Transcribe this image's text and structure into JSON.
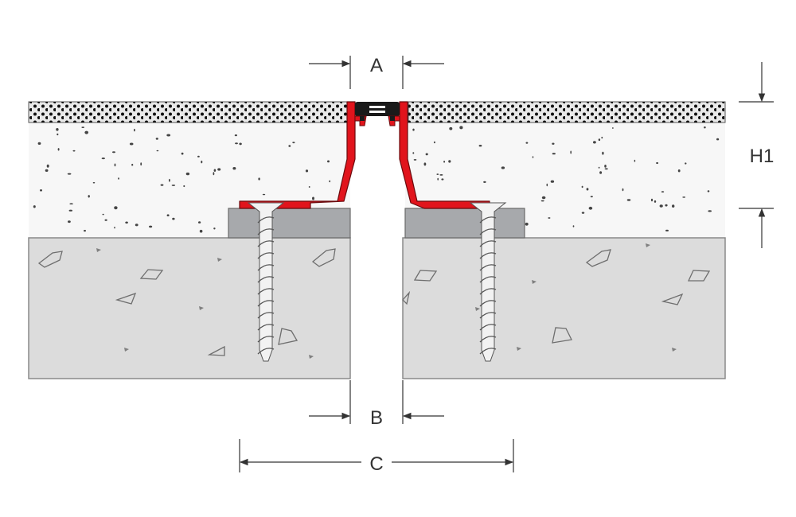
{
  "labels": {
    "a": "A",
    "b": "B",
    "c": "C",
    "h1": "H1"
  },
  "colors": {
    "background": "#ffffff",
    "profile_red": "#e1141c",
    "profile_outline": "#6b0a0d",
    "insert_black": "#1a1a1a",
    "tile_fill": "#e9e9e9",
    "tile_dots": "#111111",
    "screed_fill": "#f7f7f7",
    "screed_specks": "#444444",
    "concrete_fill": "#dcdcdc",
    "concrete_line": "#8a8a8a",
    "block_fill": "#a7a9ac",
    "screw_fill": "#f2f2f2",
    "dimension_line": "#333333"
  }
}
